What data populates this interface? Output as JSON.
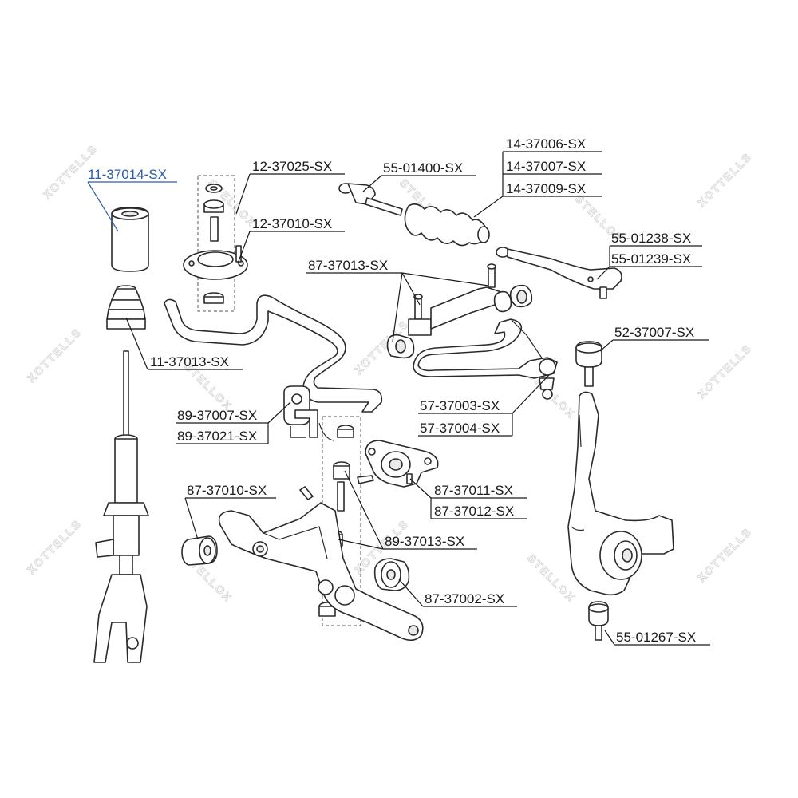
{
  "colors": {
    "highlight": "#2b5da8",
    "text": "#1a1a1a",
    "watermark": "#d9d9d9"
  },
  "watermark": {
    "brand_a": "STELLOX",
    "brand_b": "XOTTELLS"
  },
  "labels": {
    "l_11_37014": "11-37014-SX",
    "l_11_37013": "11-37013-SX",
    "l_12_37025": "12-37025-SX",
    "l_12_37010": "12-37010-SX",
    "l_55_01400": "55-01400-SX",
    "l_14_37006": "14-37006-SX",
    "l_14_37007": "14-37007-SX",
    "l_14_37009": "14-37009-SX",
    "l_55_01238": "55-01238-SX",
    "l_55_01239": "55-01239-SX",
    "l_87_37013": "87-37013-SX",
    "l_52_37007": "52-37007-SX",
    "l_57_37003": "57-37003-SX",
    "l_57_37004": "57-37004-SX",
    "l_89_37007": "89-37007-SX",
    "l_89_37021": "89-37021-SX",
    "l_87_37011": "87-37011-SX",
    "l_87_37012": "87-37012-SX",
    "l_87_37010": "87-37010-SX",
    "l_89_37013": "89-37013-SX",
    "l_87_37002": "87-37002-SX",
    "l_55_01267": "55-01267-SX"
  }
}
